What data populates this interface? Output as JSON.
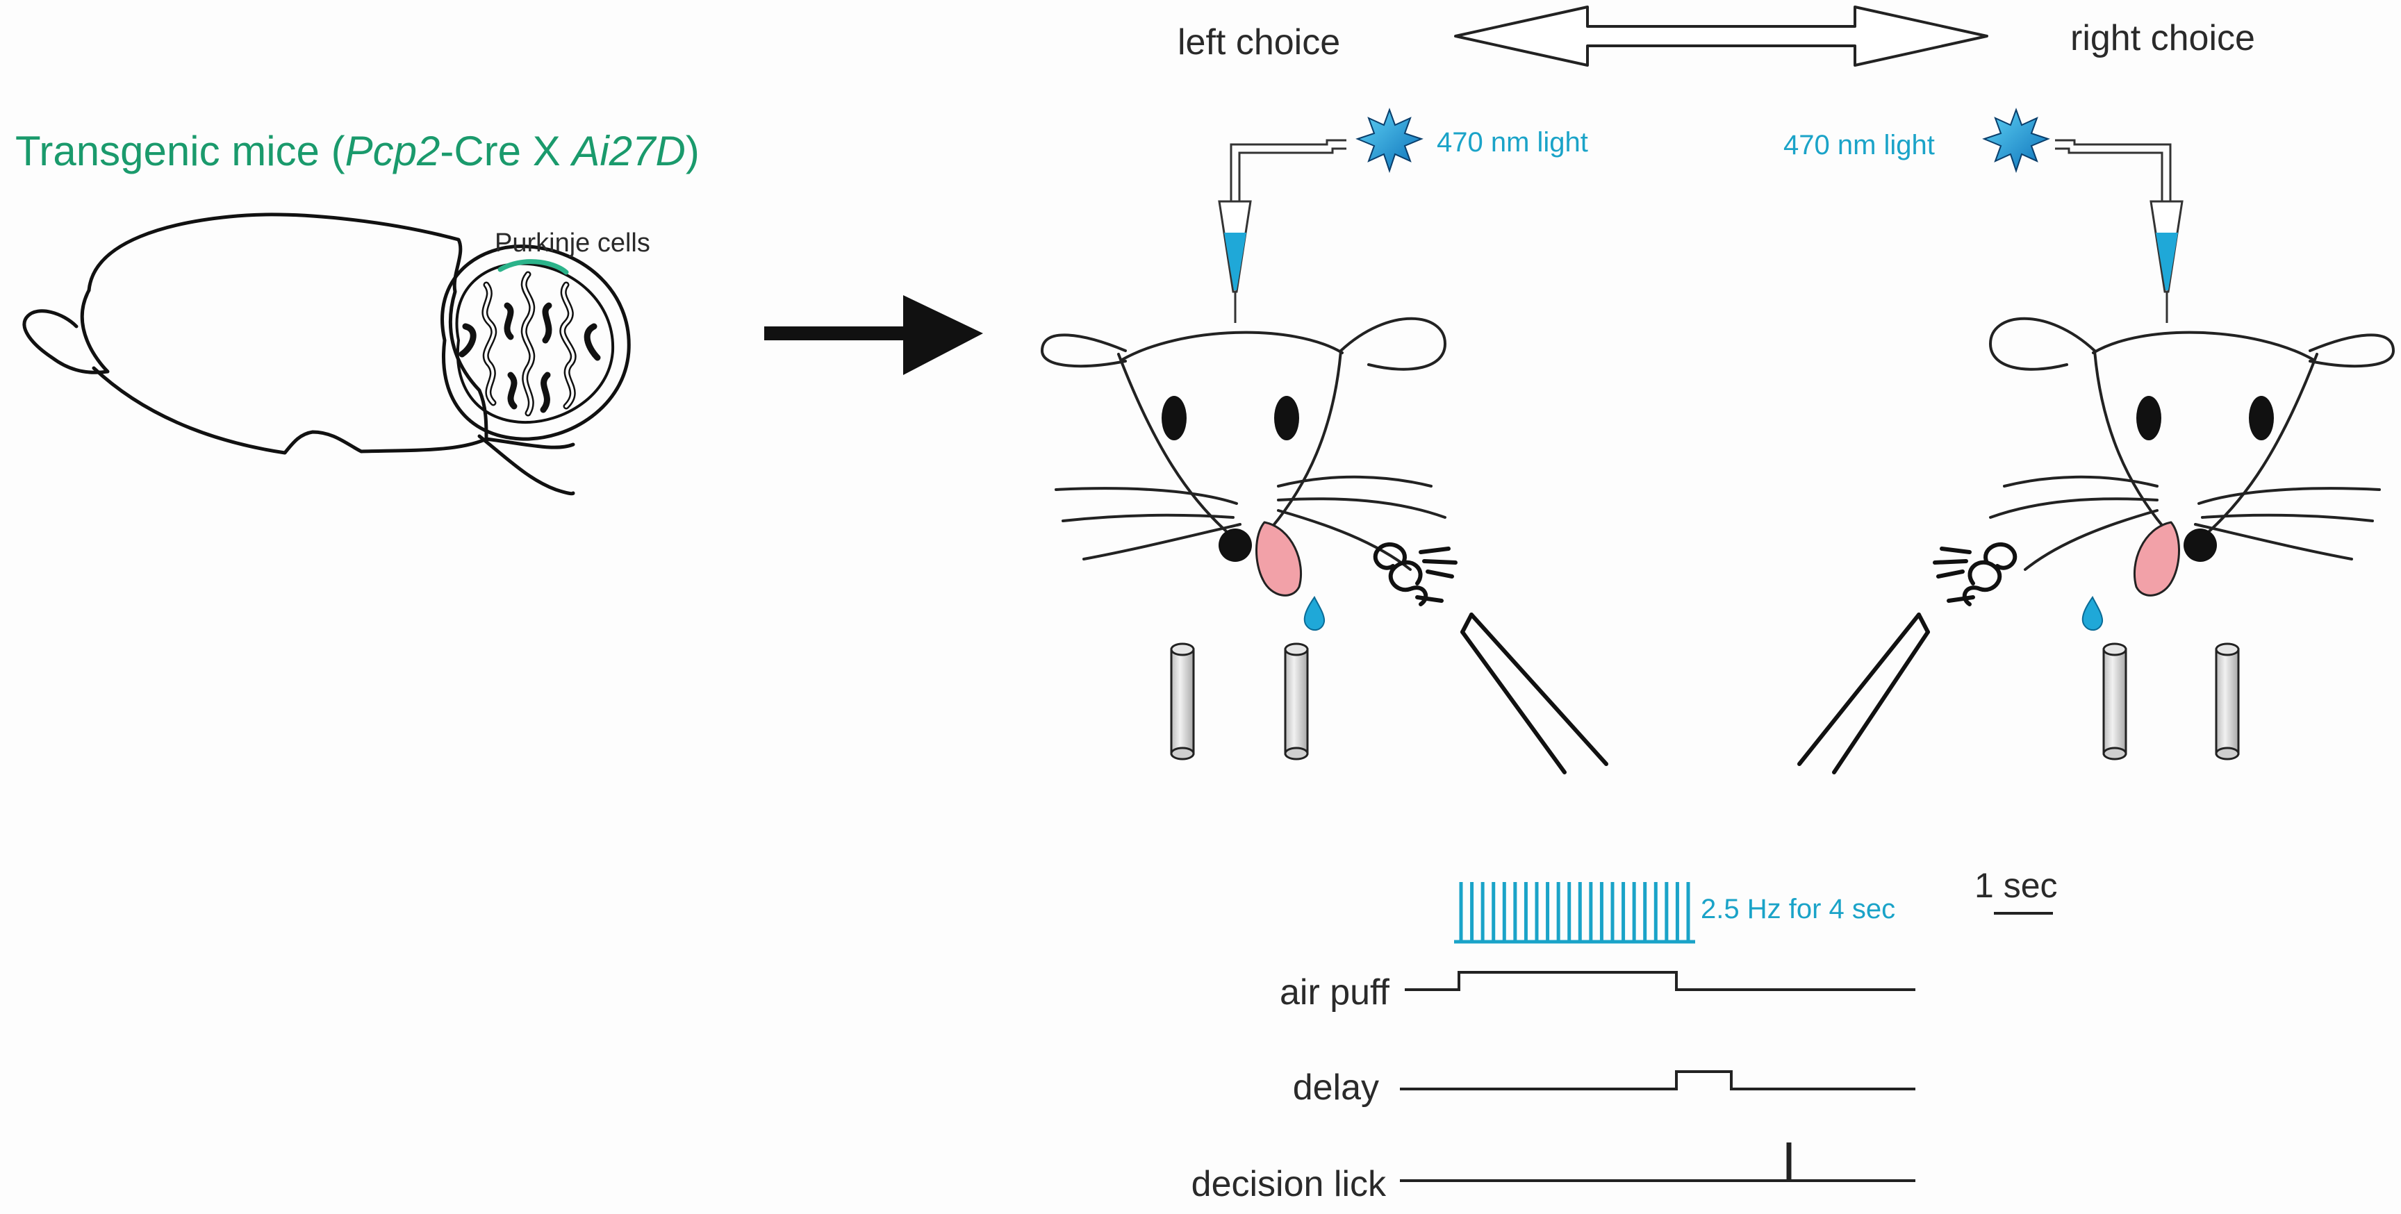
{
  "title": {
    "prefix": "Transgenic mice (",
    "gene1": "Pcp2",
    "mid": "-Cre X ",
    "gene2": "Ai27D",
    "suffix": ")"
  },
  "brain_label": "Purkinje cells",
  "choices": {
    "left": "left choice",
    "right": "right choice"
  },
  "light_label_left": "470 nm light",
  "light_label_right": "470 nm light",
  "timing": {
    "stim_label": "2.5 Hz for 4 sec",
    "scale_label": "1 sec",
    "rows": {
      "air_puff": "air puff",
      "delay": "delay",
      "decision_lick": "decision lick"
    }
  },
  "colors": {
    "title_green": "#1a9a6c",
    "light_cyan": "#1aa3c8",
    "tongue_pink": "#f2a1a8",
    "lines": "#1a1a1a"
  }
}
